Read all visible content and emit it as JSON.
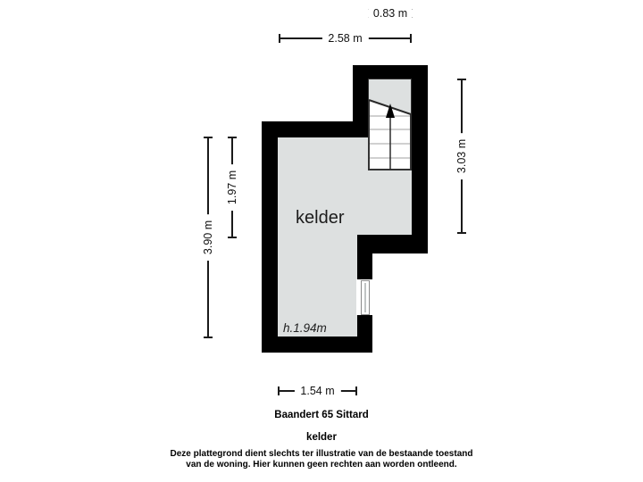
{
  "plan": {
    "room_label": "kelder",
    "height_label": "h.1.94m",
    "dims": {
      "top_small": "0.83 m",
      "top_wide": "2.58 m",
      "right": "3.03 m",
      "left_inner": "1.97 m",
      "left_outer": "3.90 m",
      "bottom": "1.54 m"
    }
  },
  "footer": {
    "address": "Baandert 65 Sittard",
    "floor_label": "kelder",
    "disclaimer_line1": "Deze plattegrond dient slechts ter illustratie van de bestaande toestand",
    "disclaimer_line2": "van de woning. Hier kunnen geen rechten aan worden ontleend."
  },
  "colors": {
    "wall": "#000000",
    "room_fill": "#dde0e0",
    "background": "#ffffff",
    "dimension_line": "#1a1a1a"
  }
}
